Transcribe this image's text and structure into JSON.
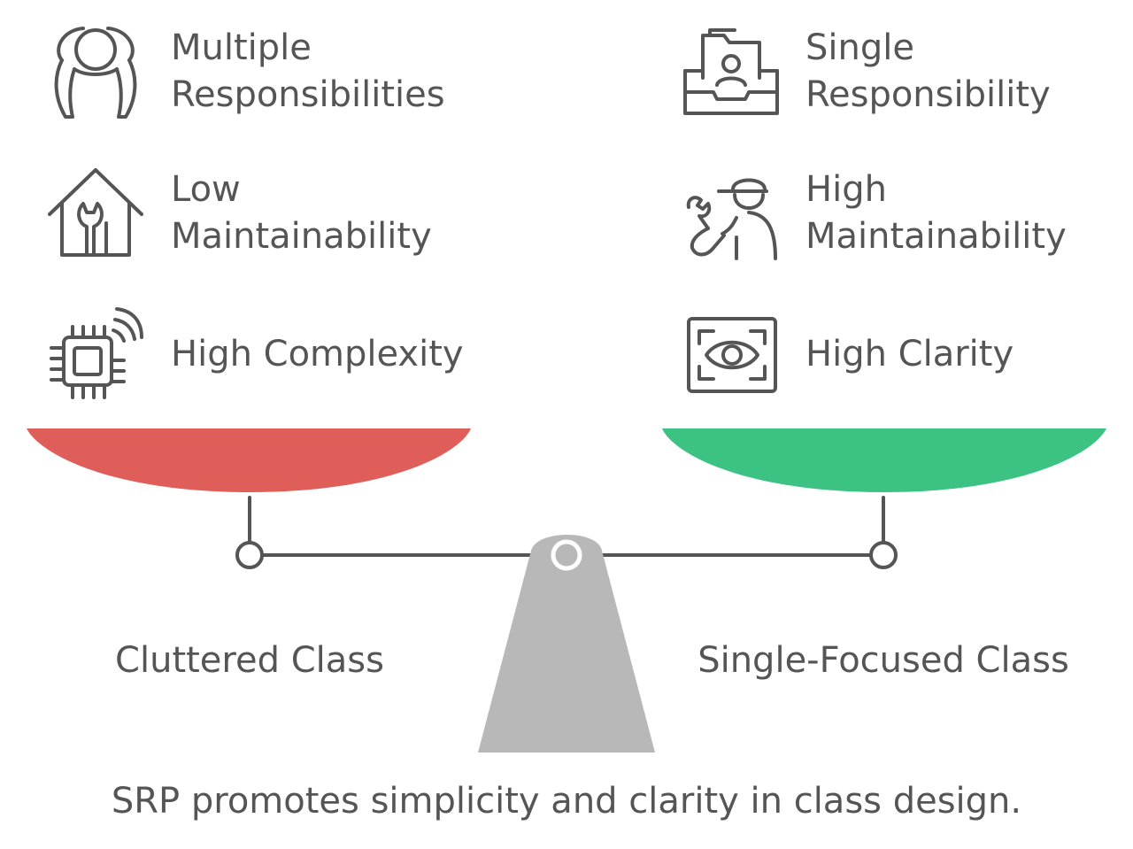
{
  "left": {
    "items": [
      {
        "label": "Multiple\nResponsibilities",
        "icon": "person-headset-icon"
      },
      {
        "label": "Low\nMaintainability",
        "icon": "house-wrench-icon"
      },
      {
        "label": "High Complexity",
        "icon": "chip-signal-icon"
      }
    ],
    "pan_color": "#E05E5A",
    "class_label": "Cluttered Class"
  },
  "right": {
    "items": [
      {
        "label": "Single\nResponsibility",
        "icon": "profile-tray-icon"
      },
      {
        "label": "High\nMaintainability",
        "icon": "worker-wrench-icon"
      },
      {
        "label": "High Clarity",
        "icon": "eye-frame-icon"
      }
    ],
    "pan_color": "#3CC383",
    "class_label": "Single-Focused Class"
  },
  "colors": {
    "text": "#555555",
    "fulcrum": "#B8B8B8",
    "beam": "#555555"
  },
  "caption": "SRP promotes simplicity and clarity in class design."
}
